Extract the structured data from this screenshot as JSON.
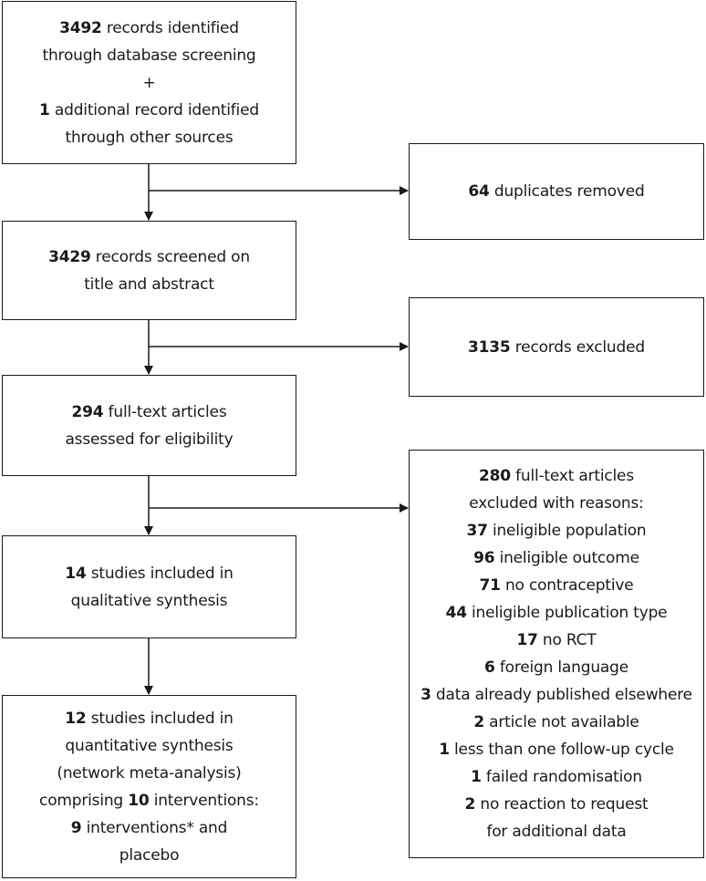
{
  "boxes": {
    "identified": [
      {
        "n": "3492",
        "t": " records identified"
      },
      {
        "n": "",
        "t": "through database screening"
      },
      {
        "n": "",
        "t": "+"
      },
      {
        "n": "1",
        "t": " additional record identified"
      },
      {
        "n": "",
        "t": "through other sources"
      }
    ],
    "duplicates": [
      {
        "n": "64",
        "t": " duplicates removed"
      }
    ],
    "screened": [
      {
        "n": "3429",
        "t": " records screened on"
      },
      {
        "n": "",
        "t": "title and abstract"
      }
    ],
    "excluded_records": [
      {
        "n": "3135",
        "t": " records excluded"
      }
    ],
    "fulltext": [
      {
        "n": "294",
        "t": " full-text articles"
      },
      {
        "n": "",
        "t": "assessed for eligibility"
      }
    ],
    "excluded_fulltext": [
      {
        "n": "280",
        "t": " full-text articles"
      },
      {
        "n": "",
        "t": "excluded with reasons:"
      },
      {
        "n": "37",
        "t": " ineligible population"
      },
      {
        "n": "96",
        "t": " ineligible outcome"
      },
      {
        "n": "71",
        "t": " no contraceptive"
      },
      {
        "n": "44",
        "t": " ineligible publication type"
      },
      {
        "n": "17",
        "t": " no RCT"
      },
      {
        "n": "6",
        "t": " foreign language"
      },
      {
        "n": "3",
        "t": " data already published elsewhere"
      },
      {
        "n": "2",
        "t": " article not available"
      },
      {
        "n": "1",
        "t": " less than one follow-up cycle"
      },
      {
        "n": "1",
        "t": " failed randomisation"
      },
      {
        "n": "2",
        "t": " no reaction to request"
      },
      {
        "n": "",
        "t": "for additional data"
      }
    ],
    "qualitative": [
      {
        "n": "14",
        "t": " studies included in"
      },
      {
        "n": "",
        "t": "qualitative synthesis"
      }
    ],
    "quantitative": [
      {
        "n": "12",
        "t": " studies included in"
      },
      {
        "n": "",
        "t": "quantitative synthesis"
      },
      {
        "n": "",
        "t": "(network meta-analysis)"
      },
      {
        "n": "",
        "t": "comprising ",
        "n2": "10",
        "t2": " interventions:"
      },
      {
        "n": "9",
        "t": " interventions* and"
      },
      {
        "n": "",
        "t": "placebo"
      }
    ]
  }
}
